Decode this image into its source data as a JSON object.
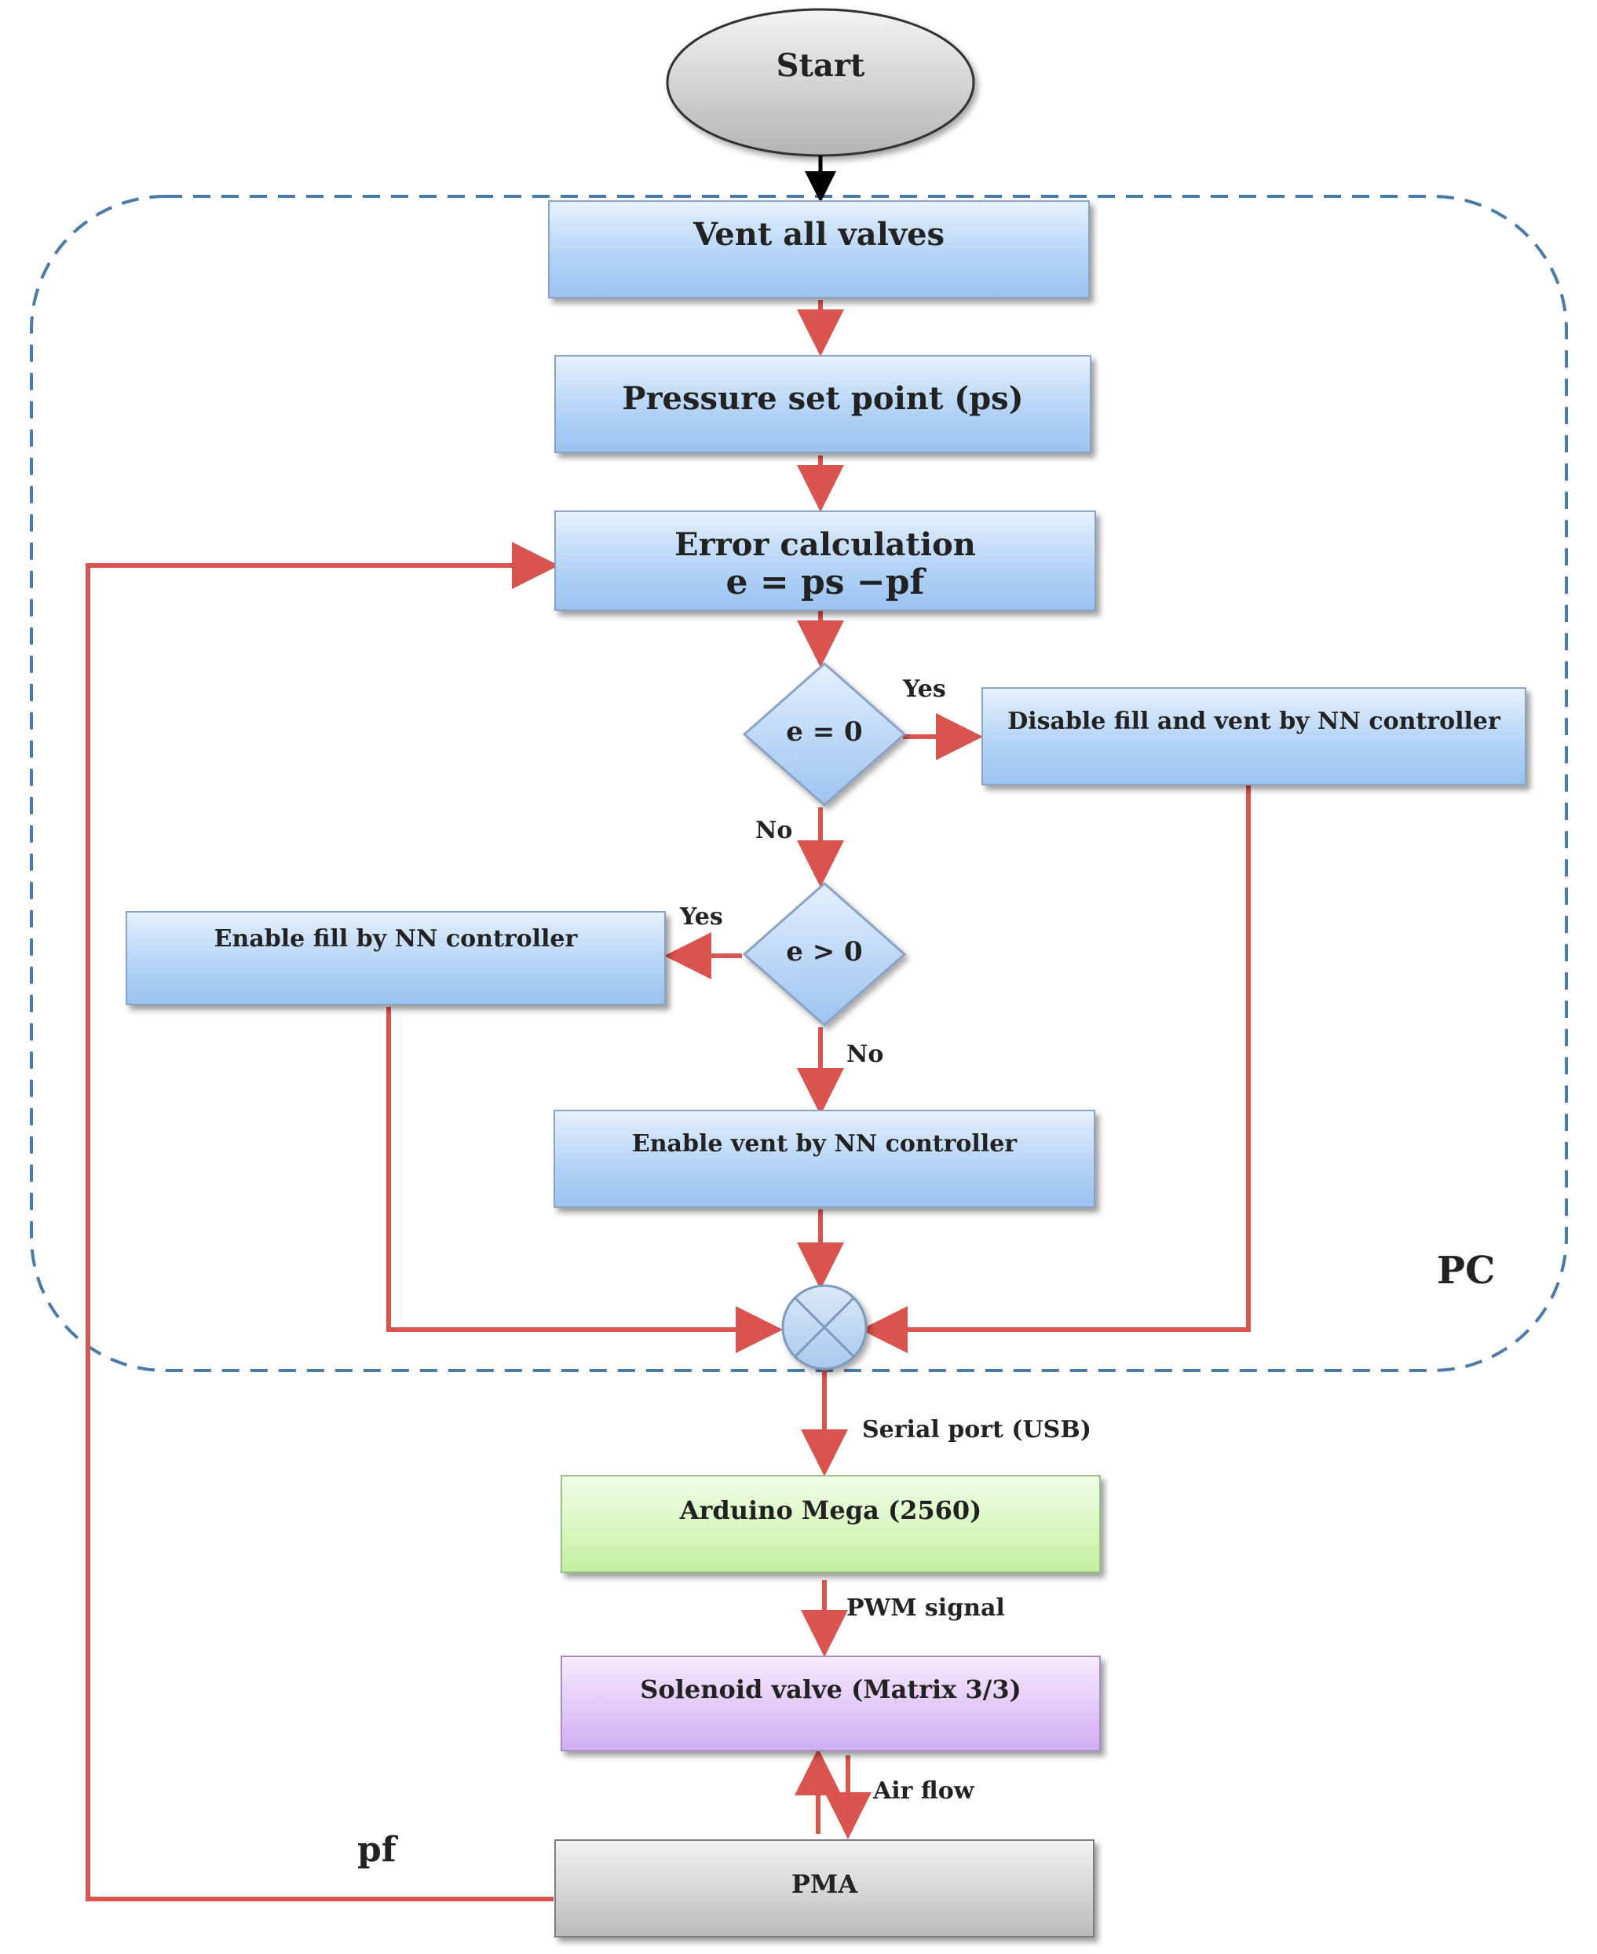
{
  "start": "Start",
  "boxes": {
    "vent_all": "Vent all valves",
    "set_point": "Pressure set point (ps)",
    "error_title": "Error calculation",
    "error_formula": "e = ps −pf",
    "disable": "Disable fill and vent by NN controller",
    "enable_fill": "Enable fill by NN controller",
    "enable_vent": "Enable vent by NN controller",
    "arduino": "Arduino Mega (2560)",
    "solenoid": "Solenoid valve (Matrix 3/3)",
    "pma": "PMA"
  },
  "decisions": {
    "eq": "e = 0",
    "gt": "e > 0"
  },
  "labels": {
    "yes1": "Yes",
    "no1": "No",
    "yes2": "Yes",
    "no2": "No",
    "pc": "PC",
    "serial": "Serial port (USB)",
    "pwm": "PWM signal",
    "air": "Air flow",
    "pf": "pf"
  },
  "colors": {
    "arrow": "#d9534f",
    "boundary": "#4a7aa8",
    "process_fill": "#b5d4f6",
    "arduino_fill": "#d6f6bd",
    "solenoid_fill": "#e0c6f6",
    "pma_fill": "#d2d2d2"
  }
}
